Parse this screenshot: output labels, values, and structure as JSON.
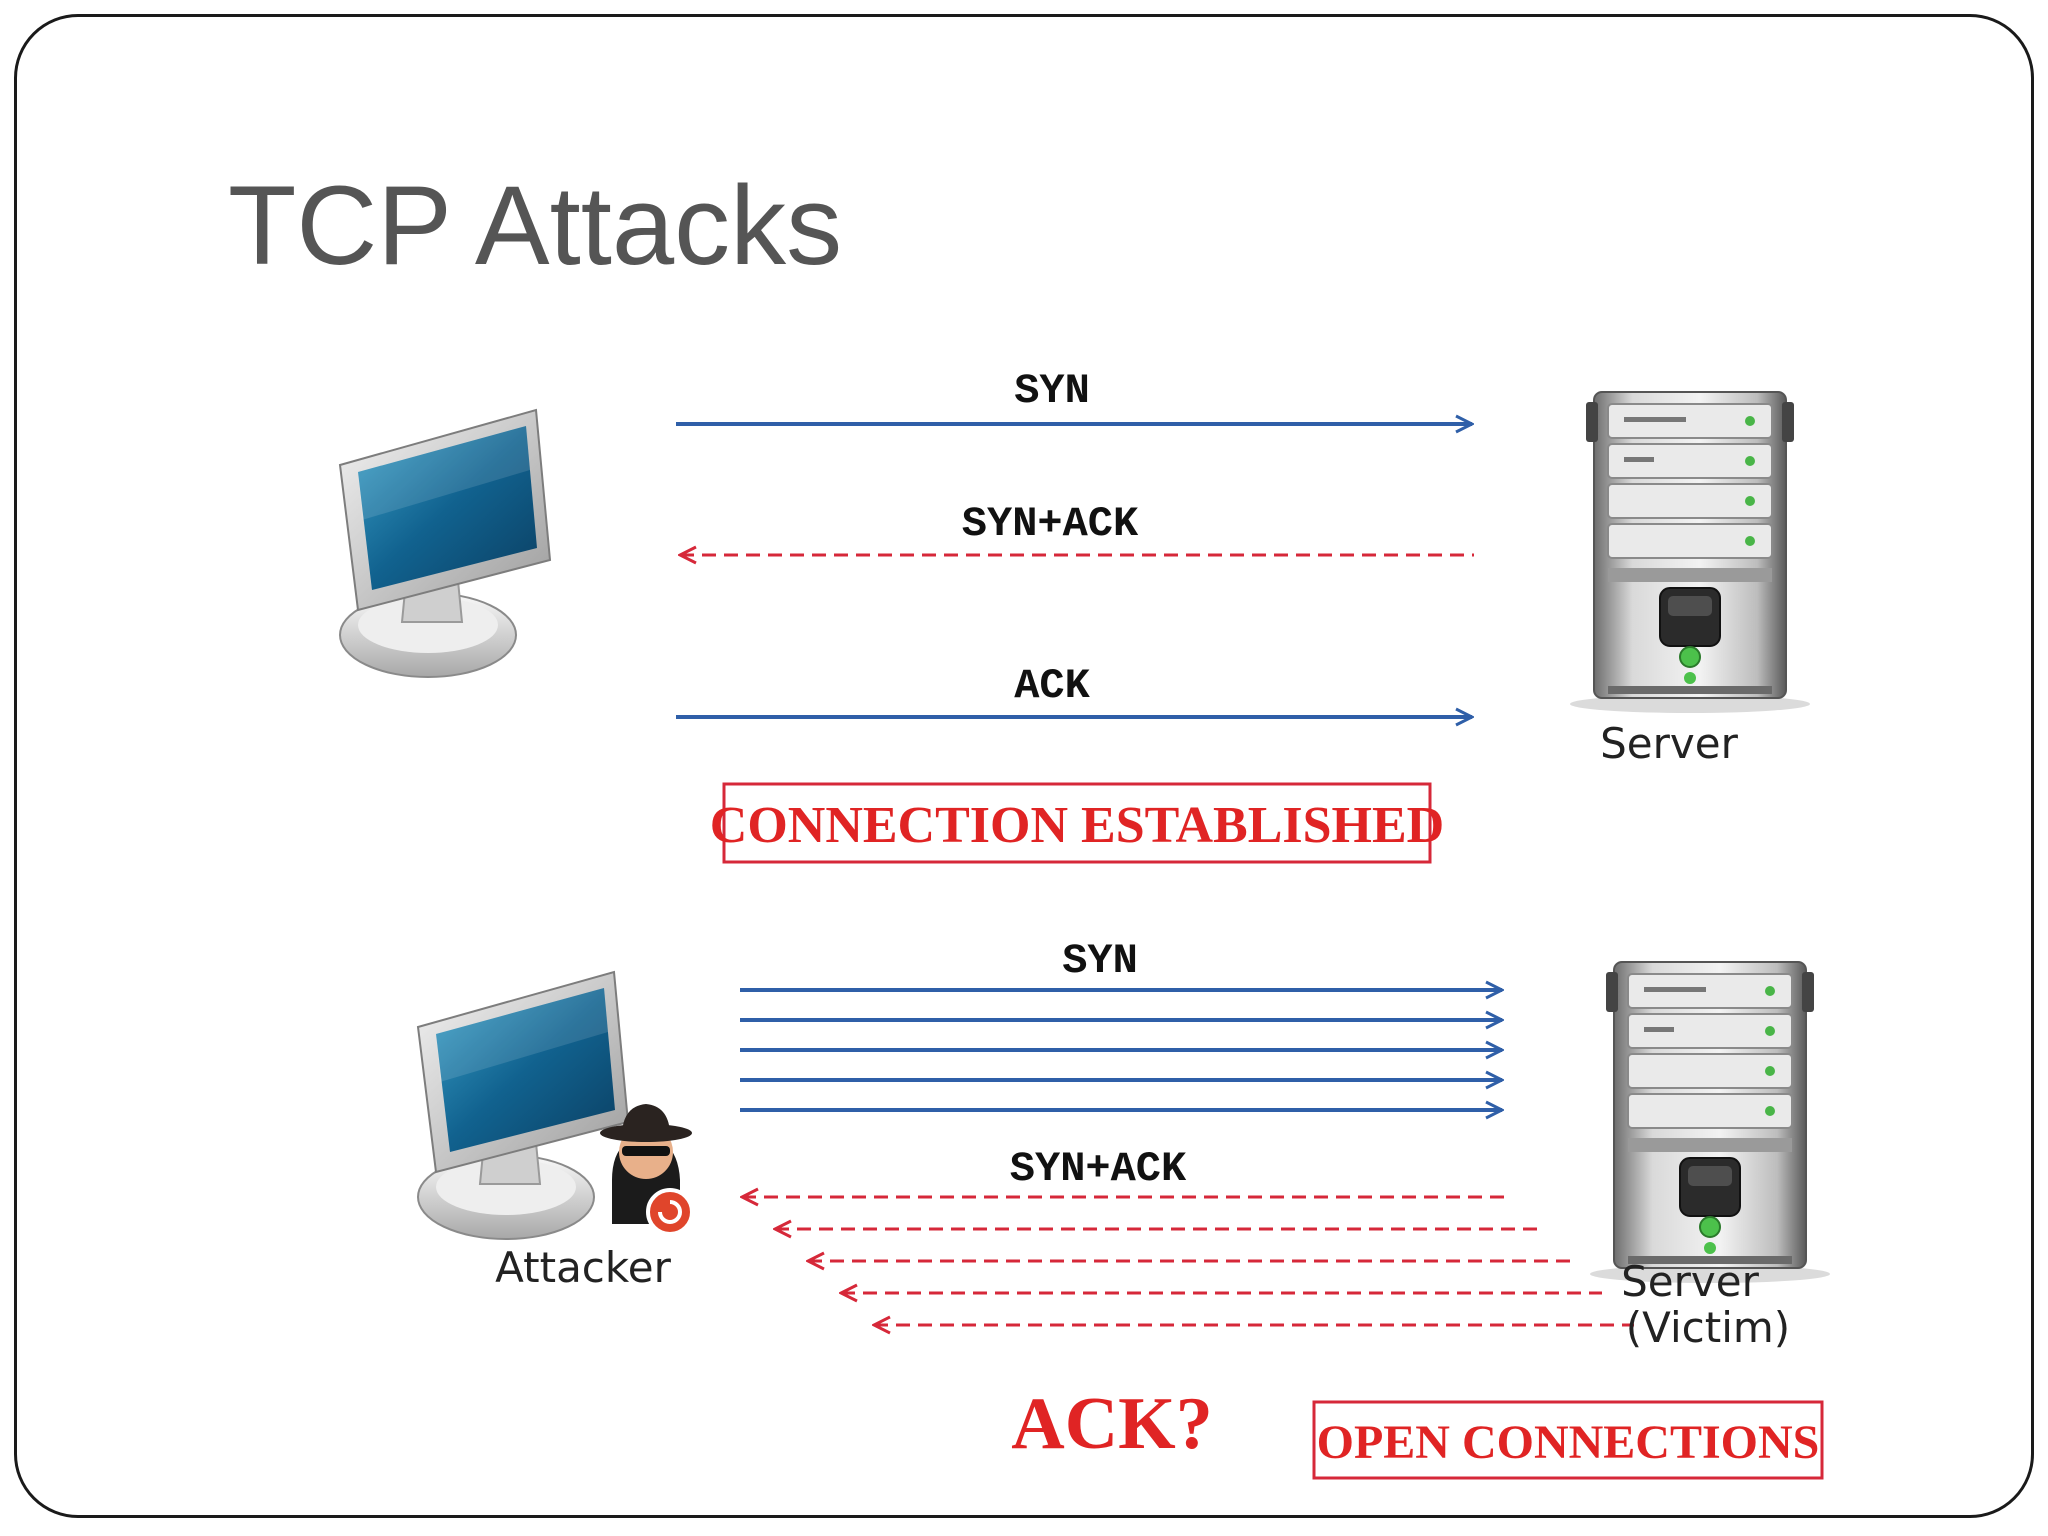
{
  "slide": {
    "title": "TCP Attacks"
  },
  "normal": {
    "syn_label": "SYN",
    "synack_label": "SYN+ACK",
    "ack_label": "ACK",
    "server_caption": "Server",
    "status_label": "CONNECTION ESTABLISHED"
  },
  "attack": {
    "syn_label": "SYN",
    "synack_label": "SYN+ACK",
    "attacker_caption": "Attacker",
    "server_caption_line1": "Server",
    "server_caption_line2": "(Victim)",
    "ack_question": "ACK?",
    "status_label": "OPEN CONNECTIONS"
  },
  "colors": {
    "request_arrow": "#2f5fa8",
    "response_arrow": "#d62839",
    "alert_text": "#e02424"
  },
  "icons": [
    "computer-monitor-icon",
    "server-tower-icon",
    "attacker-spy-icon"
  ]
}
